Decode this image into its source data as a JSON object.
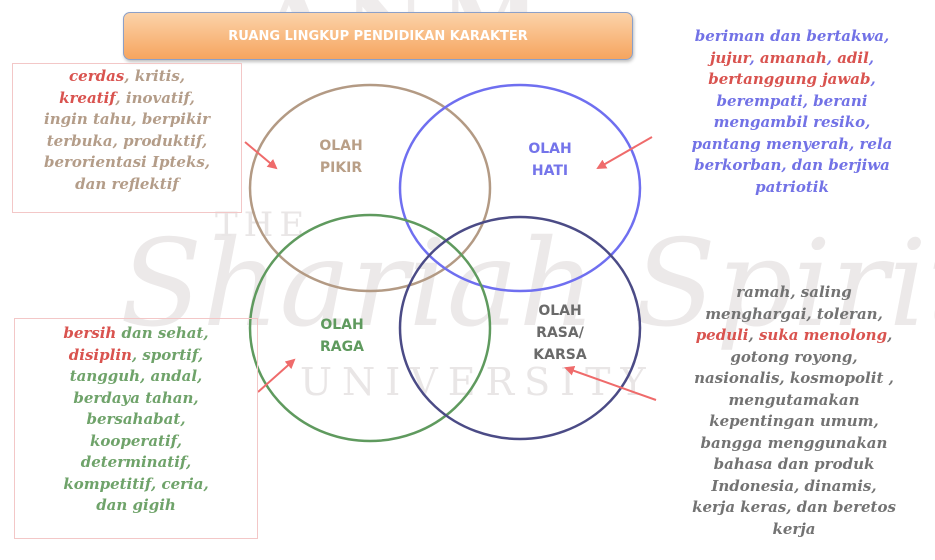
{
  "title": "RUANG LINGKUP  PENDIDIKAN KARAKTER",
  "watermark": {
    "top": "ANM",
    "the": "THE",
    "script": "Shariah Spirit",
    "university": "UNIVERSITY"
  },
  "circles": {
    "olah_pikir": {
      "line1": "OLAH",
      "line2": "PIKIR"
    },
    "olah_hati": {
      "line1": "OLAH",
      "line2": "HATI"
    },
    "olah_raga": {
      "line1": "OLAH",
      "line2": "RAGA"
    },
    "olah_rasa": {
      "line1": "OLAH",
      "line2": "RASA/",
      "line3": "KARSA"
    }
  },
  "pikir_text": {
    "l1a": "cerdas",
    "l1b": ", kritis,",
    "l2a": "kreatif",
    "l2b": ", inovatif,",
    "l3": "ingin tahu, berpikir",
    "l4": "terbuka, produktif,",
    "l5": "berorientasi Ipteks,",
    "l6": "dan reflektif"
  },
  "hati_text": {
    "l1": "beriman dan bertakwa,",
    "l2a": "jujur",
    "l2b": ", ",
    "l2c": "amanah",
    "l2d": ", ",
    "l2e": "adil",
    "l2f": ",",
    "l3a": "bertanggung jawab",
    "l3b": ",",
    "l4": "berempati, berani",
    "l5": "mengambil resiko,",
    "l6": "pantang menyerah, rela",
    "l7": "berkorban, dan berjiwa",
    "l8": "patriotik"
  },
  "raga_text": {
    "l1a": "bersih",
    "l1b": " dan sehat,",
    "l2a": "disiplin",
    "l2b": ", sportif,",
    "l3": "tangguh, andal,",
    "l4": "berdaya tahan,",
    "l5": "bersahabat,",
    "l6": "kooperatif,",
    "l7": "determinatif,",
    "l8": "kompetitif, ceria,",
    "l9": "dan gigih"
  },
  "rasa_text": {
    "l1": "ramah, saling",
    "l2": "menghargai, toleran,",
    "l3a": "peduli",
    "l3b": ",  ",
    "l3c": "suka menolong",
    "l3d": ",",
    "l4": "gotong royong,",
    "l5": "nasionalis, kosmopolit ,",
    "l6": "mengutamakan",
    "l7": "kepentingan umum,",
    "l8": "bangga menggunakan",
    "l9": "bahasa dan produk",
    "l10": "Indonesia, dinamis,",
    "l11": "kerja keras, dan beretos",
    "l12": "kerja"
  },
  "colors": {
    "pikir": "#b99f87",
    "hati": "#6f6ff0",
    "raga": "#5f9a5e",
    "rasa": "#4b4b86",
    "highlight": "#d9534f",
    "arrow": "#ef6b6b"
  }
}
